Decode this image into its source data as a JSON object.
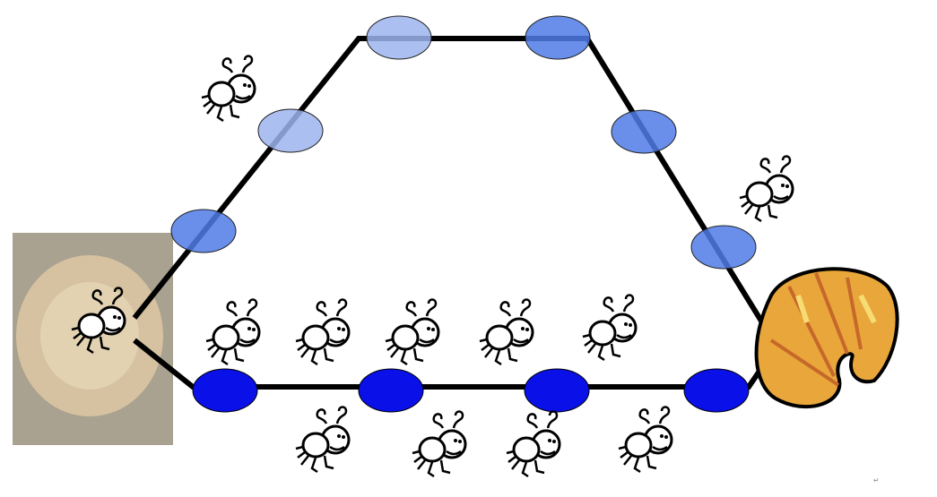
{
  "diagram": {
    "description_marks": {
      "paragraph_mark": "↵"
    },
    "colors": {
      "path": "#000000",
      "upper_light": "#9db4ee",
      "upper_mid": "#4f7be6",
      "lower": "#0a10e8",
      "nest": "#b8ab94",
      "food": "#e9a63a"
    },
    "icons": [
      "ant-nest-image",
      "ant-icon",
      "croissant-food-icon"
    ],
    "counts": {
      "ants_total": 12,
      "upper_pheromone_markers": 6,
      "lower_pheromone_markers": 4
    }
  }
}
